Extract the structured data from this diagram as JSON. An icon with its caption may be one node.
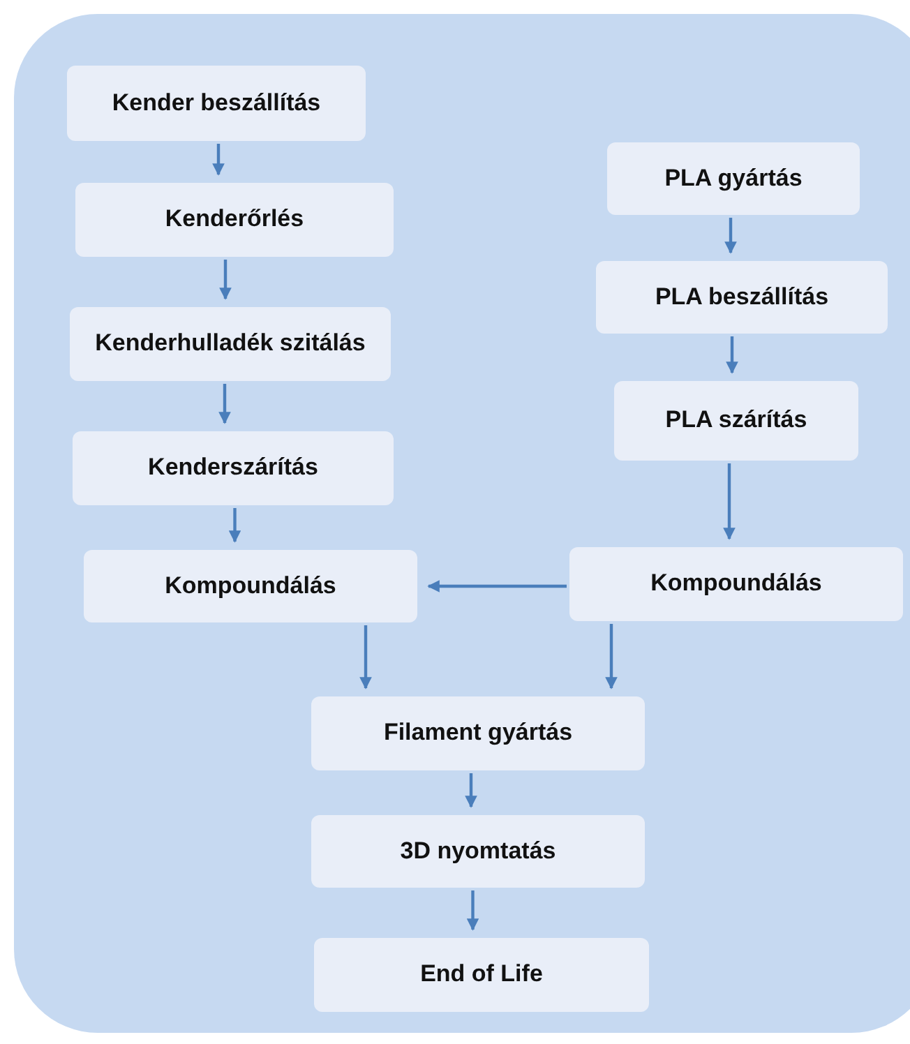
{
  "diagram": {
    "nodes": [
      {
        "text": [
          "Kender beszállítás"
        ]
      },
      {
        "text": [
          "Kenderőrlés"
        ]
      },
      {
        "text": [
          "Kenderhulladék szitálás"
        ]
      },
      {
        "text": [
          "Kenderszárítás"
        ]
      },
      {
        "text": [
          "Kompoundálás"
        ]
      },
      {
        "text": [
          "PLA gyártás"
        ]
      },
      {
        "text": [
          "PLA beszállítás"
        ]
      },
      {
        "text": [
          "PLA szárítás"
        ]
      },
      {
        "text": [
          "Kompoundálás"
        ]
      },
      {
        "text": [
          "Filament gyártás"
        ]
      },
      {
        "text": [
          "3D nyomtatás"
        ]
      },
      {
        "text": [
          "End of Life"
        ]
      }
    ],
    "edges": [
      {
        "from": 0,
        "to": 1,
        "arrow": "to"
      },
      {
        "from": 1,
        "to": 2,
        "arrow": "to"
      },
      {
        "from": 2,
        "to": 3,
        "arrow": "to"
      },
      {
        "from": 3,
        "to": 4,
        "arrow": "to"
      },
      {
        "from": 5,
        "to": 6,
        "arrow": "to"
      },
      {
        "from": 6,
        "to": 7,
        "arrow": "to"
      },
      {
        "from": 7,
        "to": 8,
        "arrow": "to"
      },
      {
        "from": 8,
        "to": 4,
        "arrow": "to"
      },
      {
        "from": 4,
        "to": 9,
        "arrow": "to"
      },
      {
        "from": 8,
        "to": 9,
        "arrow": "to"
      },
      {
        "from": 9,
        "to": 10,
        "arrow": "to"
      },
      {
        "from": 10,
        "to": 11,
        "arrow": "to"
      }
    ]
  }
}
